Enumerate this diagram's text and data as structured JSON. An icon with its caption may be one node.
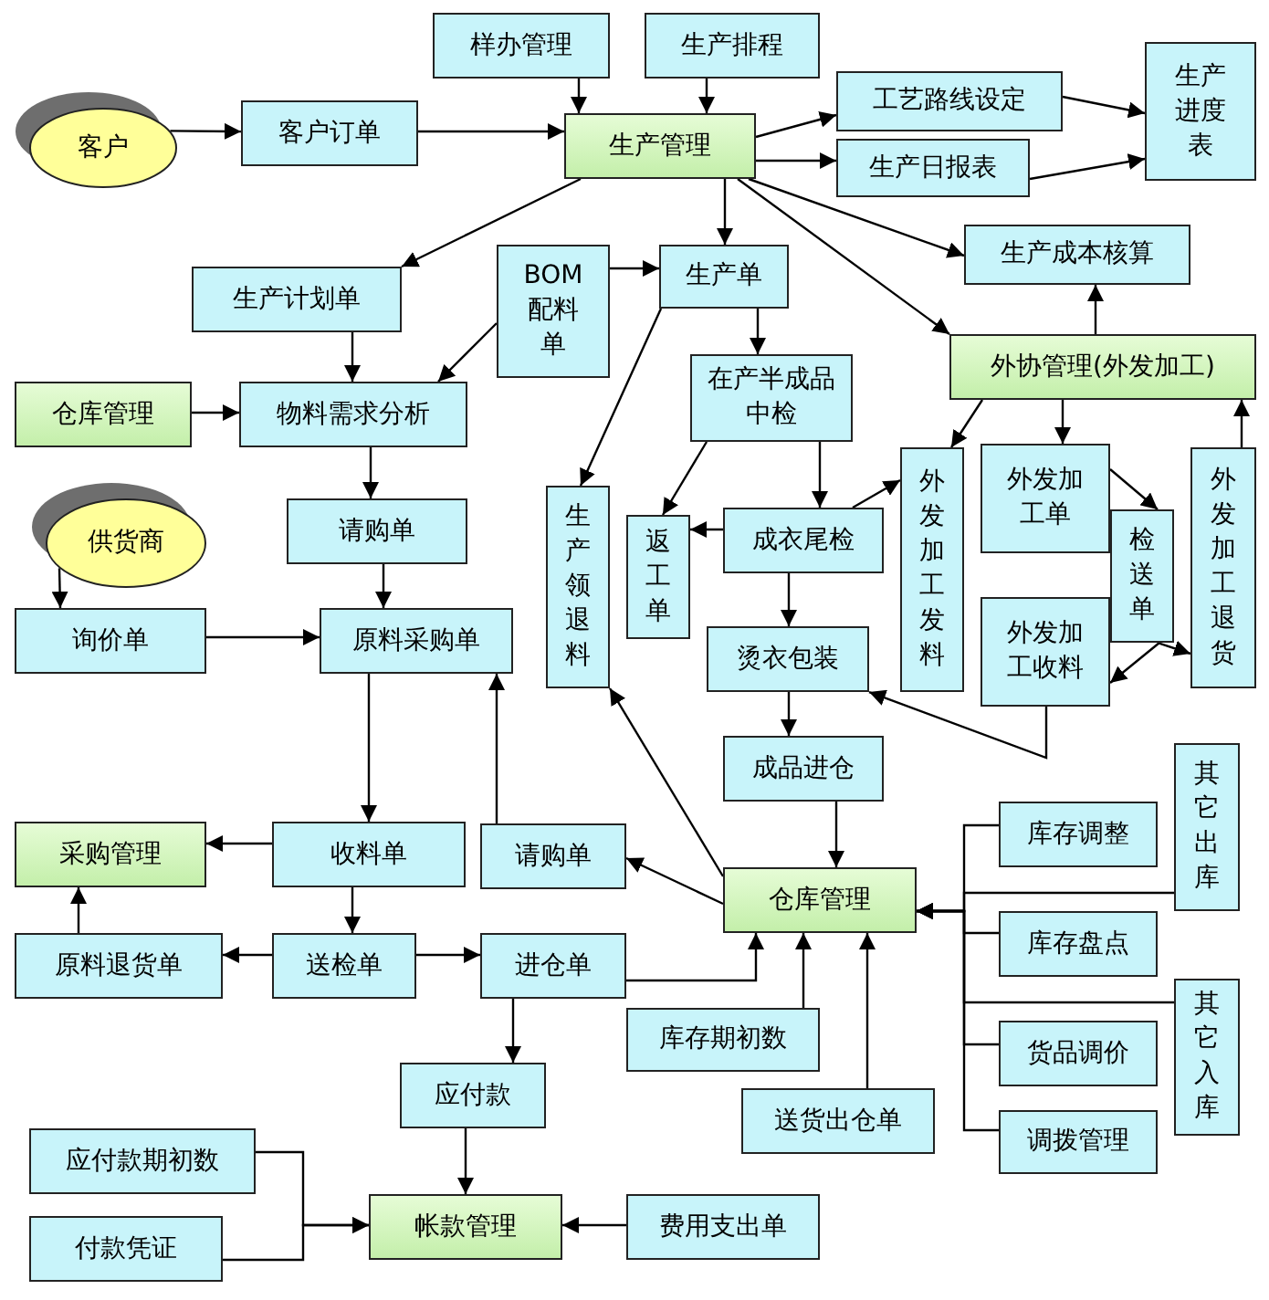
{
  "diagram": {
    "nodes": [
      {
        "text": [
          "客户"
        ]
      },
      {
        "text": [
          "客户订单"
        ]
      },
      {
        "text": [
          "样办管理"
        ]
      },
      {
        "text": [
          "生产排程"
        ]
      },
      {
        "text": [
          "生产管理"
        ]
      },
      {
        "text": [
          "工艺路线设定"
        ]
      },
      {
        "text": [
          "生产日报表"
        ]
      },
      {
        "text": [
          "生产进度表"
        ]
      },
      {
        "text": [
          "生产计划单"
        ]
      },
      {
        "text": [
          "BOM配料单"
        ]
      },
      {
        "text": [
          "生产单"
        ]
      },
      {
        "text": [
          "生产成本核算"
        ]
      },
      {
        "text": [
          "外协管理(外发加工)"
        ]
      },
      {
        "text": [
          "仓库管理"
        ]
      },
      {
        "text": [
          "物料需求分析"
        ]
      },
      {
        "text": [
          "在产半成品中检"
        ]
      },
      {
        "text": [
          "生产领退料"
        ]
      },
      {
        "text": [
          "返工单"
        ]
      },
      {
        "text": [
          "成衣尾检"
        ]
      },
      {
        "text": [
          "外发加工发料"
        ]
      },
      {
        "text": [
          "外发加工单"
        ]
      },
      {
        "text": [
          "检送单"
        ]
      },
      {
        "text": [
          "外发加工退货"
        ]
      },
      {
        "text": [
          "外发加工收料"
        ]
      },
      {
        "text": [
          "供货商"
        ]
      },
      {
        "text": [
          "请购单"
        ]
      },
      {
        "text": [
          "询价单"
        ]
      },
      {
        "text": [
          "原料采购单"
        ]
      },
      {
        "text": [
          "烫衣包装"
        ]
      },
      {
        "text": [
          "成品进仓"
        ]
      },
      {
        "text": [
          "仓库管理"
        ]
      },
      {
        "text": [
          "库存调整"
        ]
      },
      {
        "text": [
          "其它出库"
        ]
      },
      {
        "text": [
          "请购单"
        ]
      },
      {
        "text": [
          "采购管理"
        ]
      },
      {
        "text": [
          "收料单"
        ]
      },
      {
        "text": [
          "库存盘点"
        ]
      },
      {
        "text": [
          "原料退货单"
        ]
      },
      {
        "text": [
          "送检单"
        ]
      },
      {
        "text": [
          "进仓单"
        ]
      },
      {
        "text": [
          "库存期初数"
        ]
      },
      {
        "text": [
          "其它入库"
        ]
      },
      {
        "text": [
          "货品调价"
        ]
      },
      {
        "text": [
          "送货出仓单"
        ]
      },
      {
        "text": [
          "应付款"
        ]
      },
      {
        "text": [
          "调拨管理"
        ]
      },
      {
        "text": [
          "应付款期初数"
        ]
      },
      {
        "text": [
          "付款凭证"
        ]
      },
      {
        "text": [
          "帐款管理"
        ]
      },
      {
        "text": [
          "费用支出单"
        ]
      }
    ],
    "edges": [
      {
        "from": 0,
        "to": 1,
        "arrow": "to"
      },
      {
        "from": 1,
        "to": 4,
        "arrow": "to"
      },
      {
        "from": 2,
        "to": 4,
        "arrow": "to"
      },
      {
        "from": 3,
        "to": 4,
        "arrow": "to"
      },
      {
        "from": 4,
        "to": 5,
        "arrow": "to"
      },
      {
        "from": 4,
        "to": 6,
        "arrow": "to"
      },
      {
        "from": 5,
        "to": 7,
        "arrow": "to"
      },
      {
        "from": 6,
        "to": 7,
        "arrow": "to"
      },
      {
        "from": 4,
        "to": 8,
        "arrow": "to"
      },
      {
        "from": 4,
        "to": 10,
        "arrow": "to"
      },
      {
        "from": 4,
        "to": 11,
        "arrow": "to"
      },
      {
        "from": 4,
        "to": 12,
        "arrow": "to"
      },
      {
        "from": 9,
        "to": 10,
        "arrow": "to"
      },
      {
        "from": 9,
        "to": 14,
        "arrow": "to"
      },
      {
        "from": 8,
        "to": 14,
        "arrow": "to"
      },
      {
        "from": 13,
        "to": 14,
        "arrow": "to"
      },
      {
        "from": 10,
        "to": 16,
        "arrow": "to"
      },
      {
        "from": 10,
        "to": 15,
        "arrow": "to"
      },
      {
        "from": 15,
        "to": 17,
        "arrow": "to"
      },
      {
        "from": 15,
        "to": 18,
        "arrow": "to"
      },
      {
        "from": 18,
        "to": 17,
        "arrow": "to"
      },
      {
        "from": 18,
        "to": 19,
        "arrow": "to"
      },
      {
        "from": 18,
        "to": 28,
        "arrow": "to"
      },
      {
        "from": 12,
        "to": 19,
        "arrow": "to"
      },
      {
        "from": 12,
        "to": 20,
        "arrow": "to"
      },
      {
        "from": 20,
        "to": 21,
        "arrow": "to"
      },
      {
        "from": 21,
        "to": 22,
        "arrow": "to"
      },
      {
        "from": 21,
        "to": 23,
        "arrow": "to"
      },
      {
        "from": 22,
        "to": 12,
        "arrow": "to"
      },
      {
        "from": 12,
        "to": 11,
        "arrow": "to"
      },
      {
        "from": 23,
        "to": 28,
        "arrow": "to"
      },
      {
        "from": 28,
        "to": 29,
        "arrow": "to"
      },
      {
        "from": 29,
        "to": 30,
        "arrow": "to"
      },
      {
        "from": 30,
        "to": 16,
        "arrow": "to"
      },
      {
        "from": 30,
        "to": 33,
        "arrow": "to"
      },
      {
        "from": 33,
        "to": 27,
        "arrow": "to"
      },
      {
        "from": 14,
        "to": 25,
        "arrow": "to"
      },
      {
        "from": 25,
        "to": 27,
        "arrow": "to"
      },
      {
        "from": 24,
        "to": 26,
        "arrow": "to"
      },
      {
        "from": 26,
        "to": 27,
        "arrow": "to"
      },
      {
        "from": 27,
        "to": 35,
        "arrow": "to"
      },
      {
        "from": 35,
        "to": 34,
        "arrow": "to"
      },
      {
        "from": 35,
        "to": 38,
        "arrow": "to"
      },
      {
        "from": 38,
        "to": 37,
        "arrow": "to"
      },
      {
        "from": 37,
        "to": 34,
        "arrow": "to"
      },
      {
        "from": 38,
        "to": 39,
        "arrow": "to"
      },
      {
        "from": 39,
        "to": 30,
        "arrow": "to"
      },
      {
        "from": 39,
        "to": 44,
        "arrow": "to"
      },
      {
        "from": 44,
        "to": 48,
        "arrow": "to"
      },
      {
        "from": 46,
        "to": 48,
        "arrow": "to"
      },
      {
        "from": 47,
        "to": 48,
        "arrow": "to"
      },
      {
        "from": 49,
        "to": 48,
        "arrow": "to"
      },
      {
        "from": 40,
        "to": 30,
        "arrow": "to"
      },
      {
        "from": 43,
        "to": 30,
        "arrow": "to"
      },
      {
        "from": 31,
        "to": 30,
        "arrow": "to"
      },
      {
        "from": 32,
        "to": 30,
        "arrow": "to"
      },
      {
        "from": 36,
        "to": 30,
        "arrow": "to"
      },
      {
        "from": 41,
        "to": 30,
        "arrow": "to"
      },
      {
        "from": 42,
        "to": 30,
        "arrow": "to"
      },
      {
        "from": 45,
        "to": 30,
        "arrow": "to"
      }
    ]
  }
}
